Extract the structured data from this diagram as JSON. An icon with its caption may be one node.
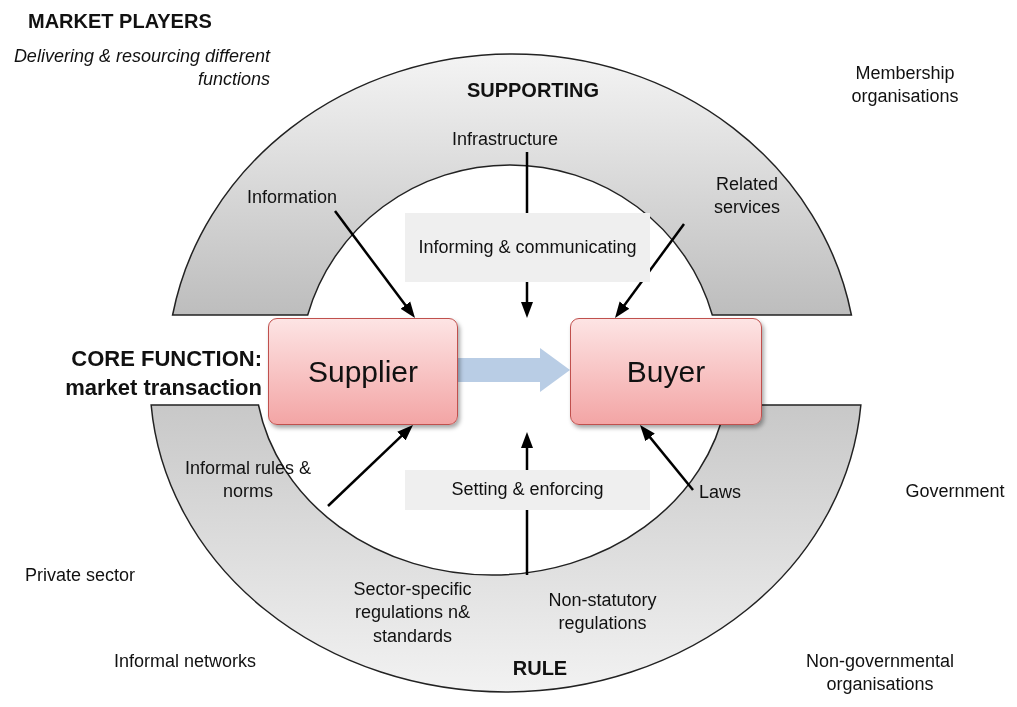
{
  "diagram": {
    "nodes": [
      {
        "text": [
          "SUPPORTING"
        ]
      },
      {
        "text": [
          "Information"
        ],
        "in": 0
      },
      {
        "text": [
          "Infrastructure"
        ],
        "in": 0
      },
      {
        "text": [
          "Related services"
        ],
        "in": 0
      },
      {
        "text": [
          "Informing & communicating"
        ]
      },
      {
        "text": [
          "Supplier"
        ]
      },
      {
        "text": [
          "Buyer"
        ]
      },
      {
        "text": [
          "RULE"
        ]
      },
      {
        "text": [
          "Informal rules & norms"
        ],
        "in": 7
      },
      {
        "text": [
          "Laws"
        ],
        "in": 7
      },
      {
        "text": [
          "Sector-specific regulations n& standards"
        ],
        "in": 7
      },
      {
        "text": [
          "Non-statutory regulations"
        ],
        "in": 7
      },
      {
        "text": [
          "Setting & enforcing"
        ]
      }
    ],
    "edges": [
      {
        "from": 1,
        "to": 5,
        "arrow": "to"
      },
      {
        "from": 2,
        "to": 4,
        "arrow": "none"
      },
      {
        "from": 4,
        "to": null,
        "arrow": "to"
      },
      {
        "from": 3,
        "to": 6,
        "arrow": "to"
      },
      {
        "from": 5,
        "to": 6,
        "arrow": "to",
        "style": "thick",
        "color": "#b9cde5"
      },
      {
        "from": 8,
        "to": 5,
        "arrow": "to"
      },
      {
        "from": 7,
        "to": 12,
        "arrow": "none"
      },
      {
        "from": 12,
        "to": null,
        "arrow": "to"
      },
      {
        "from": 9,
        "to": 6,
        "arrow": "to"
      }
    ],
    "labels": [
      "MARKET PLAYERS",
      "Delivering & resourcing different functions",
      "Membership organisations",
      "CORE FUNCTION: market transaction",
      "Government",
      "Private sector",
      "Informal networks",
      "Non-governmental organisations"
    ]
  }
}
